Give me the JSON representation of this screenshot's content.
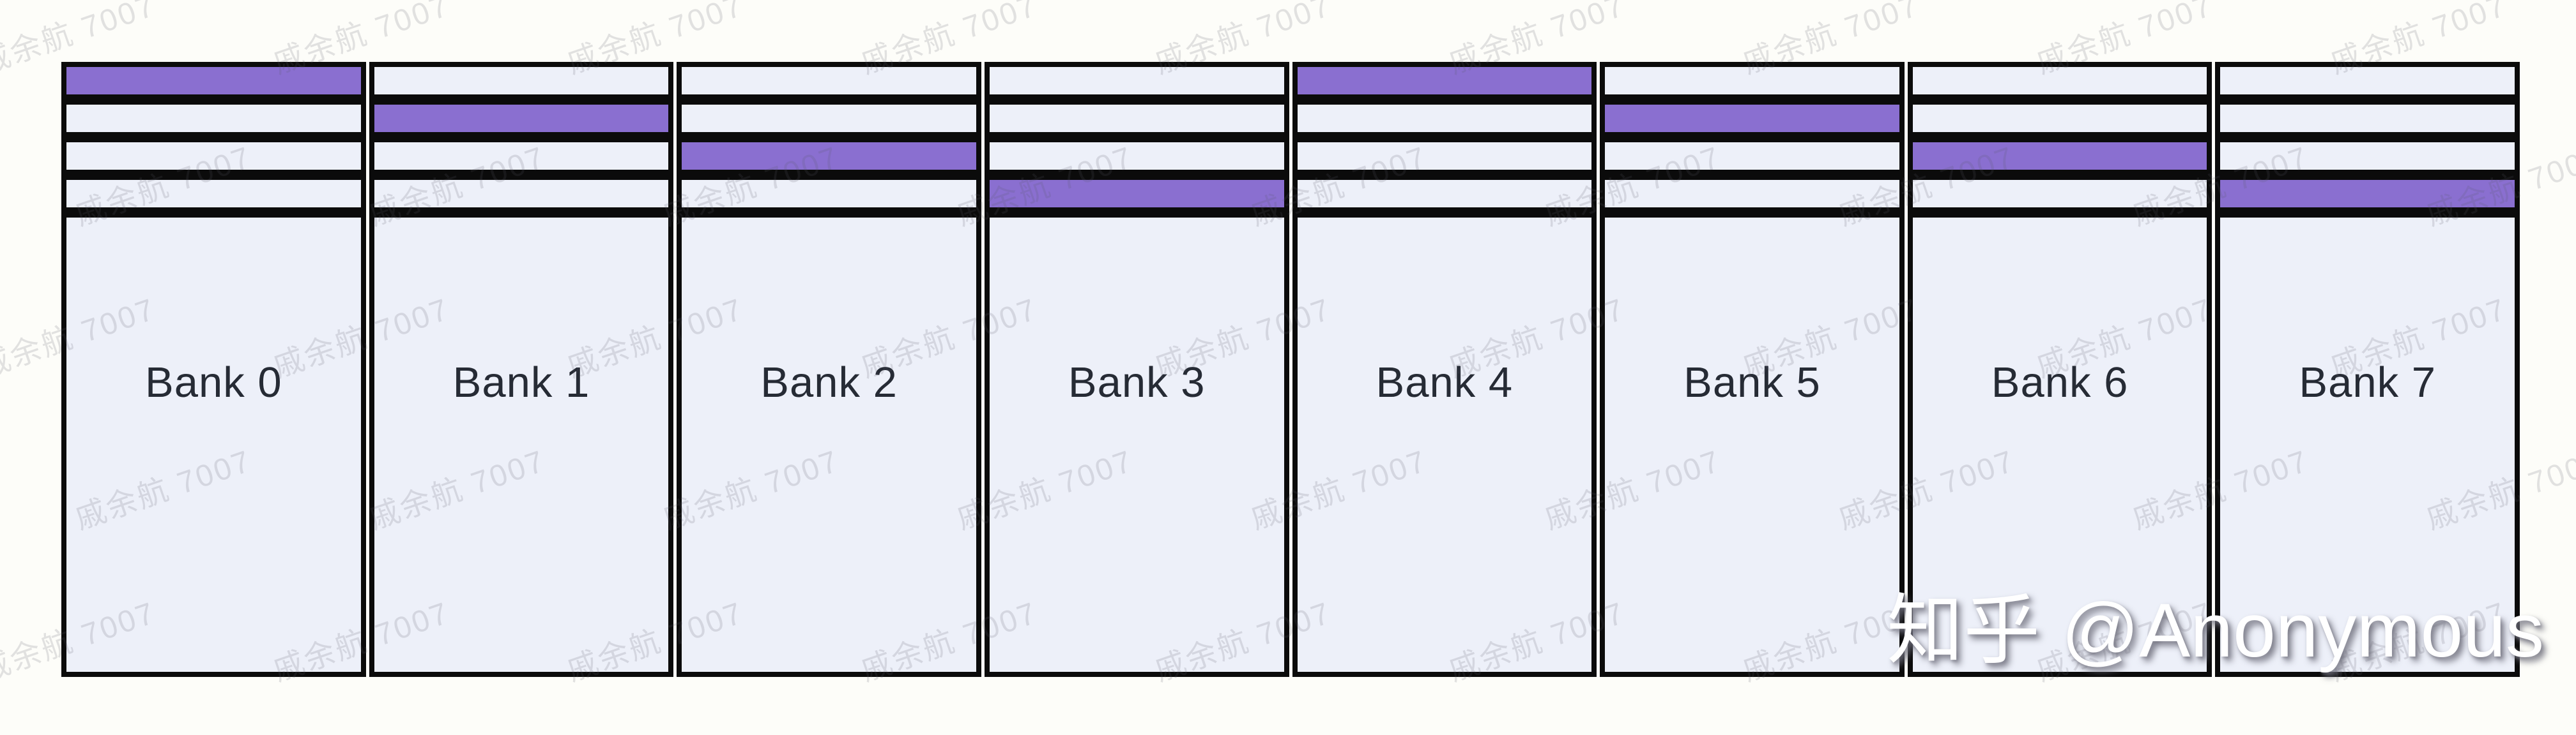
{
  "diagram": {
    "banks": [
      {
        "label": "Bank 0",
        "highlighted_row": 0
      },
      {
        "label": "Bank 1",
        "highlighted_row": 1
      },
      {
        "label": "Bank 2",
        "highlighted_row": 2
      },
      {
        "label": "Bank 3",
        "highlighted_row": 3
      },
      {
        "label": "Bank 4",
        "highlighted_row": 0
      },
      {
        "label": "Bank 5",
        "highlighted_row": 1
      },
      {
        "label": "Bank 6",
        "highlighted_row": 2
      },
      {
        "label": "Bank 7",
        "highlighted_row": 3
      }
    ],
    "rows_per_bank": 4
  },
  "colors": {
    "highlight_purple": "#8a6fd0",
    "cell_light": "#edf0f9",
    "border_black": "#0b0b0b",
    "page_background": "#fdfdf9"
  },
  "watermark": {
    "text": "戚余航 7007"
  },
  "attribution": {
    "text": "知乎 @Anonymous"
  }
}
